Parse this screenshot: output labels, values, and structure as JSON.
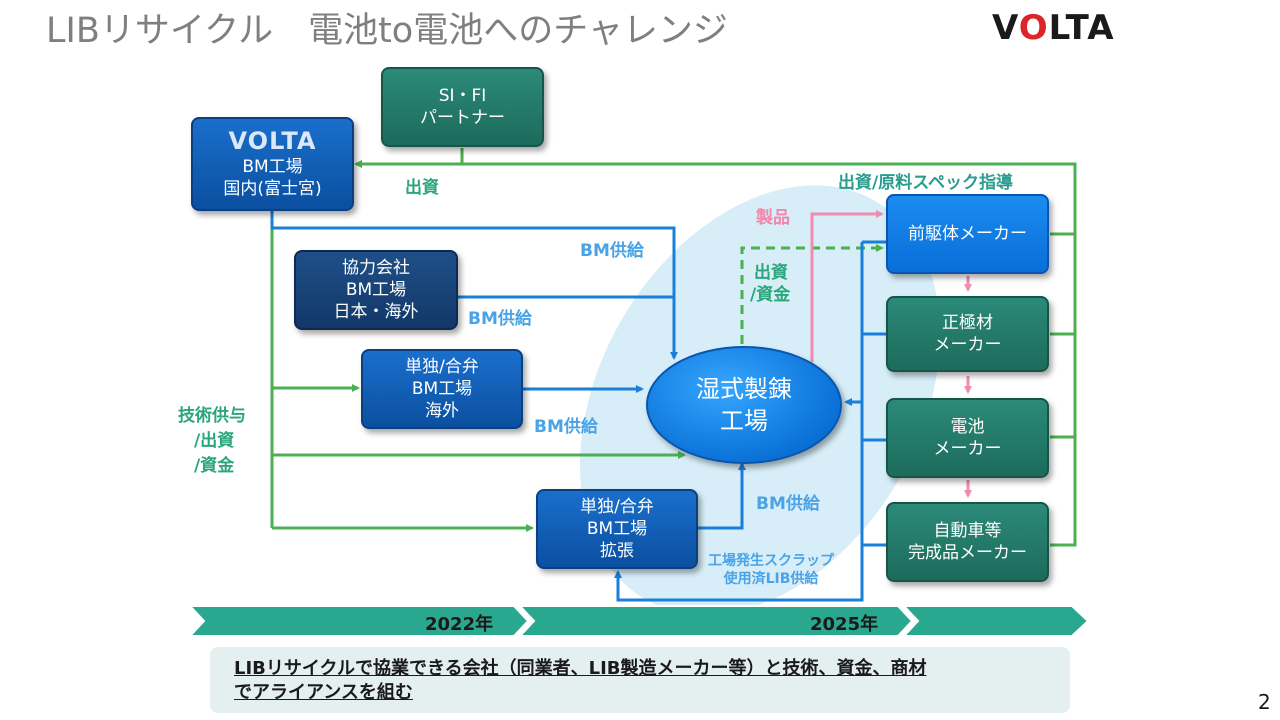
{
  "title": "LIBリサイクル　電池to電池へのチャレンジ",
  "logo_text": {
    "pre": "V",
    "mid": "O",
    "post": "LTA"
  },
  "nodes": {
    "partner": {
      "line1": "SI・FI",
      "line2": "パートナー"
    },
    "volta_plant": {
      "logo": "VOLTA",
      "line1": "BM工場",
      "line2": "国内(富士宮)"
    },
    "coop": {
      "line1": "協力会社",
      "line2": "BM工場",
      "line3": "日本・海外"
    },
    "overseas": {
      "line1": "単独/合弁",
      "line2": "BM工場",
      "line3": "海外"
    },
    "expansion": {
      "line1": "単独/合弁",
      "line2": "BM工場",
      "line3": "拡張"
    },
    "plant": {
      "line1": "湿式製錬",
      "line2": "工場"
    },
    "precursor": {
      "line1": "前駆体メーカー"
    },
    "cathode": {
      "line1": "正極材",
      "line2": "メーカー"
    },
    "battery": {
      "line1": "電池",
      "line2": "メーカー"
    },
    "auto": {
      "line1": "自動車等",
      "line2": "完成品メーカー"
    }
  },
  "labels": {
    "investment": "出資",
    "investment_guidance": "出資/原料スペック指導",
    "bm_supply_1": "BM供給",
    "bm_supply_2": "BM供給",
    "bm_supply_3": "BM供給",
    "bm_supply_4": "BM供給",
    "product": "製品",
    "funding_1": "出資",
    "funding_2": "/資金",
    "tech_1": "技術供与",
    "tech_2": "/出資",
    "tech_3": "/資金",
    "scrap_1": "工場発生スクラップ",
    "scrap_2": "使用済LIB供給"
  },
  "timeline": {
    "year1": "2022年",
    "year2": "2025年"
  },
  "summary": {
    "line1": "LIBリサイクルで協業できる会社（同業者、LIB製造メーカー等）と技術、資金、商材",
    "line2": "でアライアンスを組む"
  },
  "page_number": "2",
  "colors": {
    "green_arrow": "#4caf50",
    "blue_arrow": "#1a7fd9",
    "pink_arrow": "#f08cb0",
    "timeline": "#2aa88f"
  }
}
